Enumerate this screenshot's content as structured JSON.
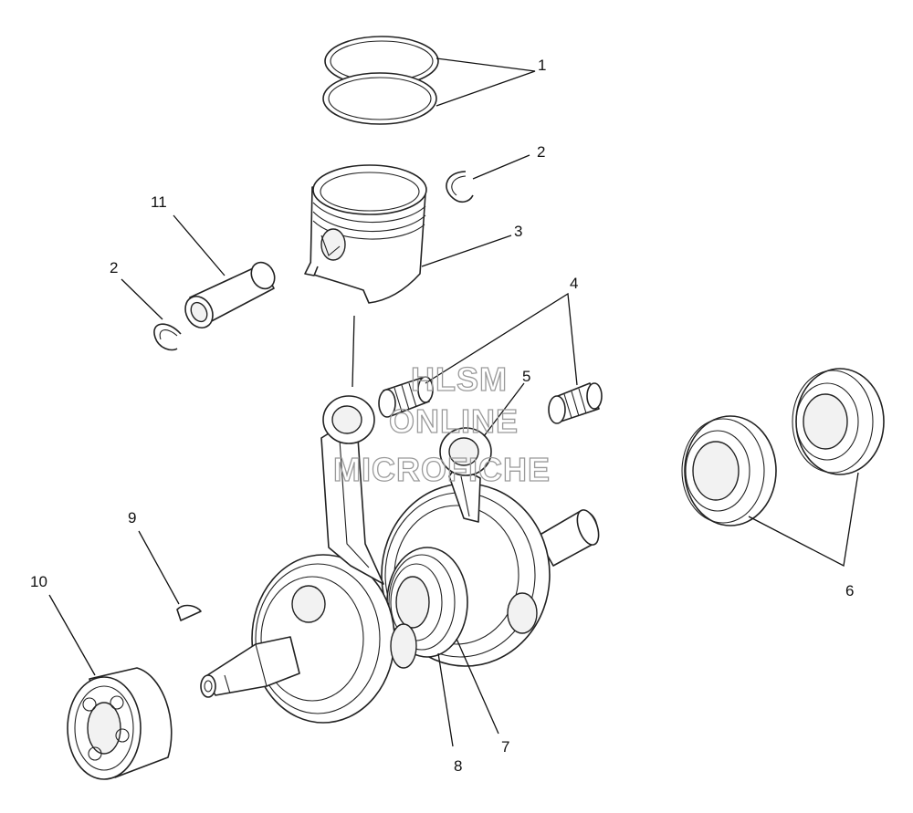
{
  "callouts": [
    {
      "id": "c1",
      "label": "1"
    },
    {
      "id": "c2a",
      "label": "2"
    },
    {
      "id": "c2b",
      "label": "2"
    },
    {
      "id": "c3",
      "label": "3"
    },
    {
      "id": "c4",
      "label": "4"
    },
    {
      "id": "c5",
      "label": "5"
    },
    {
      "id": "c6",
      "label": "6"
    },
    {
      "id": "c7",
      "label": "7"
    },
    {
      "id": "c8",
      "label": "8"
    },
    {
      "id": "c9",
      "label": "9"
    },
    {
      "id": "c10",
      "label": "10"
    },
    {
      "id": "c11",
      "label": "11"
    }
  ],
  "watermark": {
    "line1": "HLSM",
    "line2": "ONLINE",
    "line3": "MICROFICHE",
    "color": "#9a9a9a"
  },
  "colors": {
    "line": "#222222",
    "background": "#ffffff"
  }
}
